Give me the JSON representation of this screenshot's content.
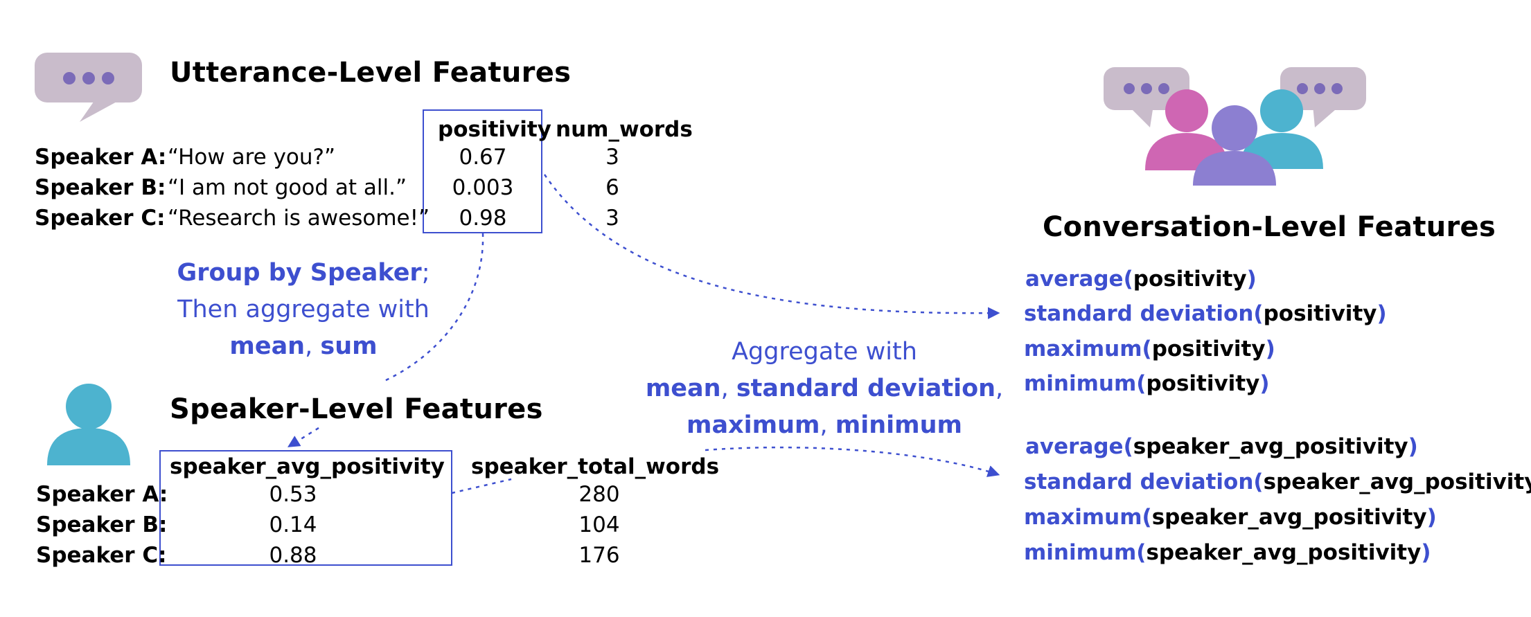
{
  "utterance": {
    "title": "Utterance-Level Features",
    "col_positivity": "positivity",
    "col_num_words": "num_words",
    "rows": [
      {
        "speaker": "Speaker A:",
        "quote": "“How are you?”",
        "positivity": "0.67",
        "num_words": "3"
      },
      {
        "speaker": "Speaker B:",
        "quote": "“I am not good at all.”",
        "positivity": "0.003",
        "num_words": "6"
      },
      {
        "speaker": "Speaker C:",
        "quote": "“Research is awesome!”",
        "positivity": "0.98",
        "num_words": "3"
      }
    ]
  },
  "group_note": {
    "bold1": "Group by Speaker",
    "semi": ";",
    "line2": "Then aggregate with",
    "bold_mean": "mean",
    "comma": ",",
    "bold_sum": "sum"
  },
  "speaker": {
    "title": "Speaker-Level Features",
    "col_avg": "speaker_avg_positivity",
    "col_total": "speaker_total_words",
    "rows": [
      {
        "speaker": "Speaker A:",
        "avg": "0.53",
        "total": "280"
      },
      {
        "speaker": "Speaker B:",
        "avg": "0.14",
        "total": "104"
      },
      {
        "speaker": "Speaker C:",
        "avg": "0.88",
        "total": "176"
      }
    ]
  },
  "aggregate_note": {
    "line1": "Aggregate with",
    "mean": "mean",
    "std": "standard deviation",
    "max": "maximum",
    "min": "minimum",
    "comma": ","
  },
  "conversation": {
    "title": "Conversation-Level Features",
    "group1": [
      {
        "fn": "average",
        "arg": "positivity"
      },
      {
        "fn": "standard deviation",
        "arg": "positivity"
      },
      {
        "fn": "maximum",
        "arg": "positivity"
      },
      {
        "fn": "minimum",
        "arg": "positivity"
      }
    ],
    "group2": [
      {
        "fn": "average",
        "arg": "speaker_avg_positivity"
      },
      {
        "fn": "standard deviation",
        "arg": "speaker_avg_positivity"
      },
      {
        "fn": "maximum",
        "arg": "speaker_avg_positivity"
      },
      {
        "fn": "minimum",
        "arg": "speaker_avg_positivity"
      }
    ],
    "open_paren": "(",
    "close_paren": ")"
  },
  "colors": {
    "accent_blue": "#3d4fcf",
    "bubble": "#c9bccb",
    "bubble_dots": "#7b6bb8",
    "person_teal": "#4db3cf",
    "person_pink": "#cf66b3",
    "person_purple": "#8c7fd1"
  },
  "icons": [
    "chat-bubble-icon",
    "person-icon",
    "group-chat-icon"
  ]
}
